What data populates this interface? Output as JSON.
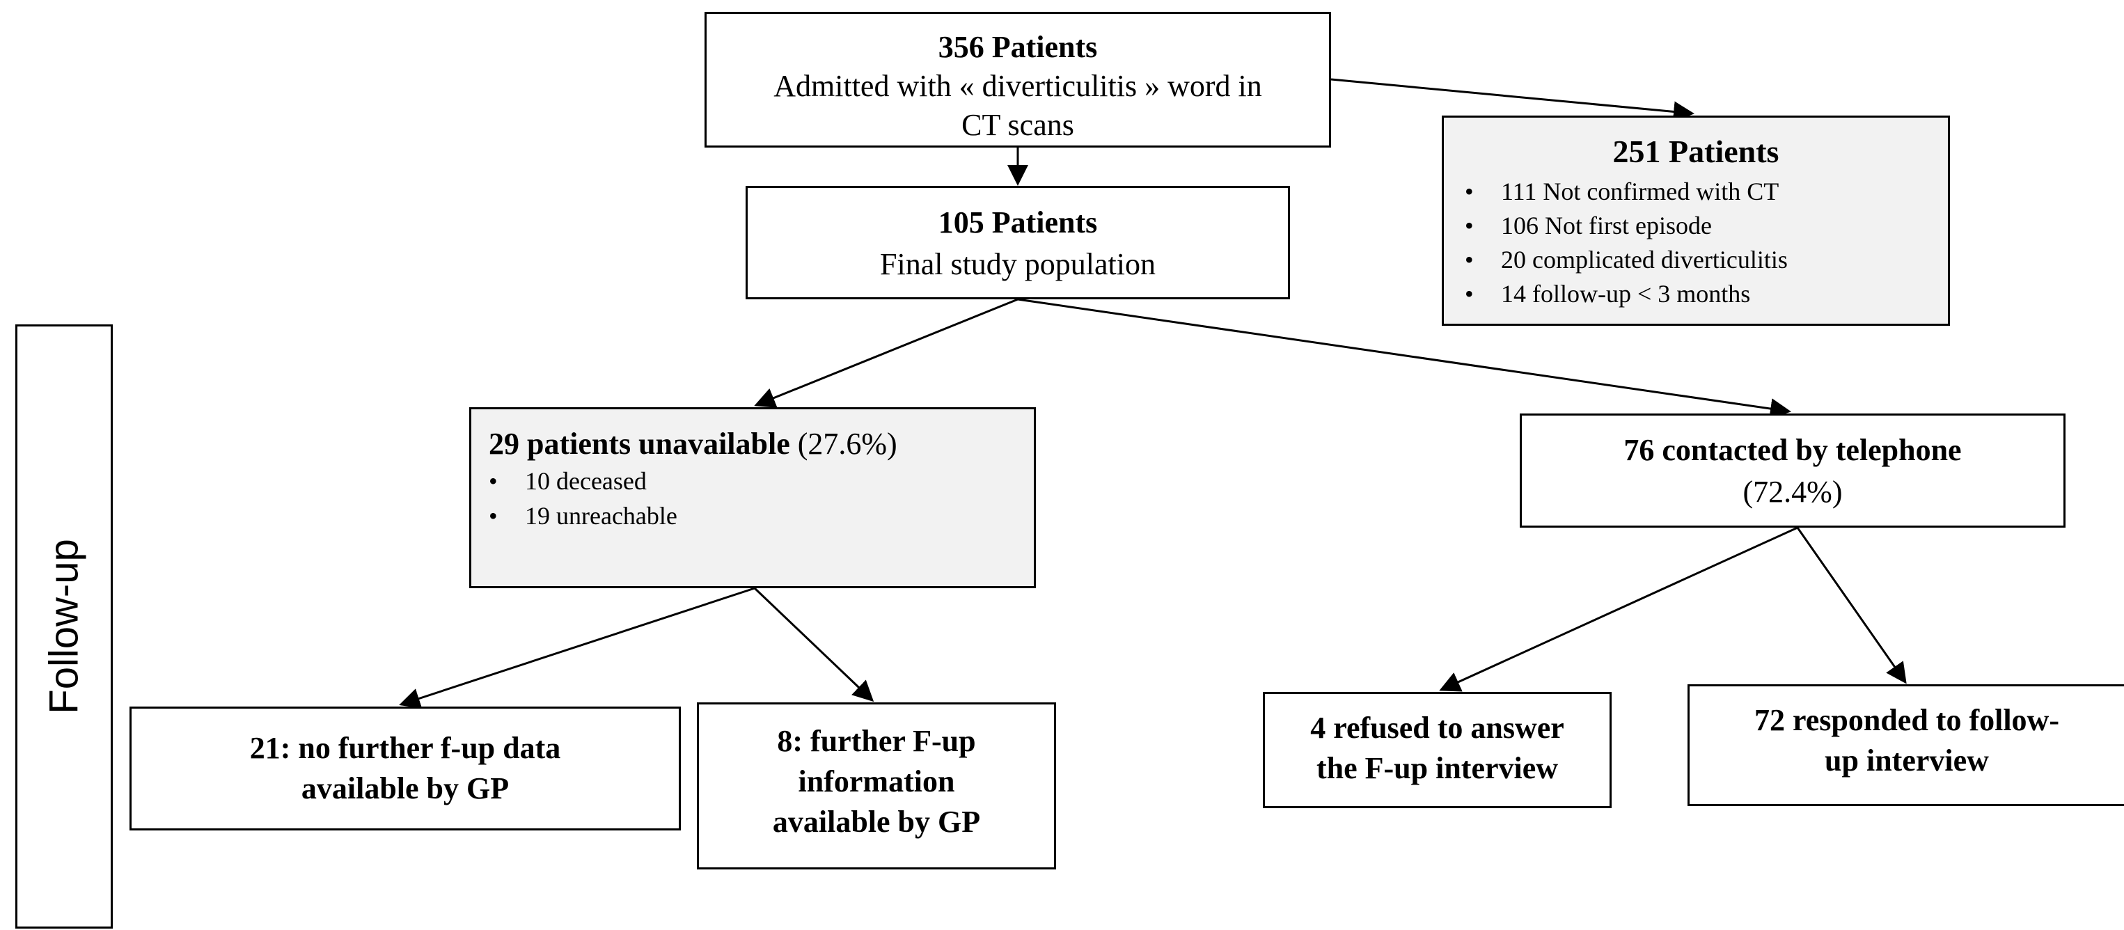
{
  "total": {
    "count": "356 Patients",
    "description_line1": "Admitted with « diverticulitis » word in",
    "description_line2": "CT scans"
  },
  "final": {
    "count": "105 Patients",
    "description": "Final study population"
  },
  "excluded": {
    "count": "251 Patients",
    "reasons": [
      "111 Not confirmed with CT",
      "106 Not first episode",
      "20 complicated diverticulitis",
      "14 follow-up < 3 months"
    ]
  },
  "followup_label": "Follow-up",
  "unavailable": {
    "title": "29 patients unavailable",
    "percent": "(27.6%)",
    "reasons": [
      "10 deceased",
      "19 unreachable"
    ]
  },
  "contacted": {
    "title": "76 contacted by telephone",
    "percent": "(72.4%)"
  },
  "no_further": {
    "line1": "21: no further f-up data",
    "line2": "available by GP"
  },
  "further": {
    "line1": "8: further F-up",
    "line2": "information",
    "line3": "available by GP"
  },
  "refused": {
    "line1": "4 refused to answer",
    "line2": "the F-up interview"
  },
  "responded": {
    "line1": "72 responded to follow-",
    "line2": "up interview"
  },
  "colors": {
    "line": "#000000",
    "box_fill": "#ffffff",
    "grey_fill": "#f2f2f2"
  }
}
